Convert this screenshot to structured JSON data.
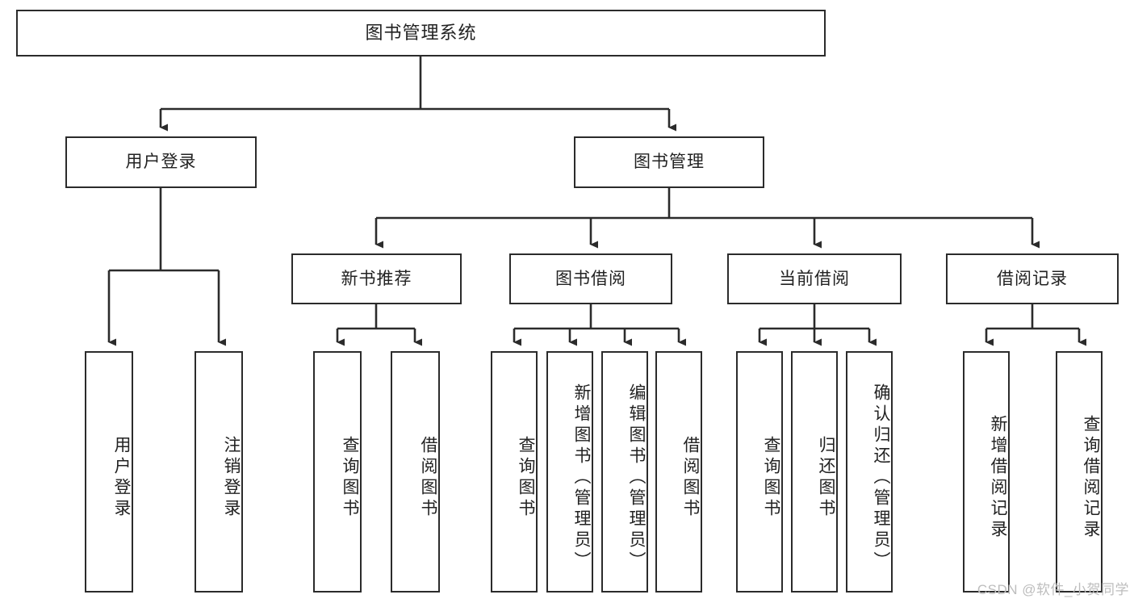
{
  "diagram": {
    "type": "tree",
    "title": "图书管理系统",
    "orientation": "top-down",
    "colors": {
      "box_border": "#2b2b2b",
      "box_fill": "#ffffff",
      "connector": "#2b2b2b",
      "text": "#222222",
      "watermark": "#bdbdbd"
    },
    "root": {
      "label": "图书管理系统"
    },
    "level2": [
      {
        "id": "user-login",
        "label": "用户登录"
      },
      {
        "id": "book-management",
        "label": "图书管理"
      }
    ],
    "level3": [
      {
        "id": "new-book-recommend",
        "label": "新书推荐"
      },
      {
        "id": "book-borrow",
        "label": "图书借阅"
      },
      {
        "id": "current-borrow",
        "label": "当前借阅"
      },
      {
        "id": "borrow-record",
        "label": "借阅记录"
      }
    ],
    "leaves": {
      "user_login": [
        {
          "id": "leaf-user-login",
          "label": "用户登录"
        },
        {
          "id": "leaf-logout-login",
          "label": "注销登录"
        }
      ],
      "new_book_recommend": [
        {
          "id": "leaf-query-book-1",
          "label": "查询图书"
        },
        {
          "id": "leaf-borrow-book-1",
          "label": "借阅图书"
        }
      ],
      "book_borrow": [
        {
          "id": "leaf-query-book-2",
          "label": "查询图书"
        },
        {
          "id": "leaf-add-book",
          "label": "新增图书（管理员）"
        },
        {
          "id": "leaf-edit-book",
          "label": "编辑图书（管理员）"
        },
        {
          "id": "leaf-borrow-book-2",
          "label": "借阅图书"
        }
      ],
      "current_borrow": [
        {
          "id": "leaf-query-book-3",
          "label": "查询图书"
        },
        {
          "id": "leaf-return-book",
          "label": "归还图书"
        },
        {
          "id": "leaf-confirm-return",
          "label": "确认归还（管理员）"
        }
      ],
      "borrow_record": [
        {
          "id": "leaf-add-record",
          "label": "新增借阅记录"
        },
        {
          "id": "leaf-query-record",
          "label": "查询借阅记录"
        }
      ]
    }
  },
  "watermark": {
    "text": "CSDN @软件_小贺同学"
  }
}
